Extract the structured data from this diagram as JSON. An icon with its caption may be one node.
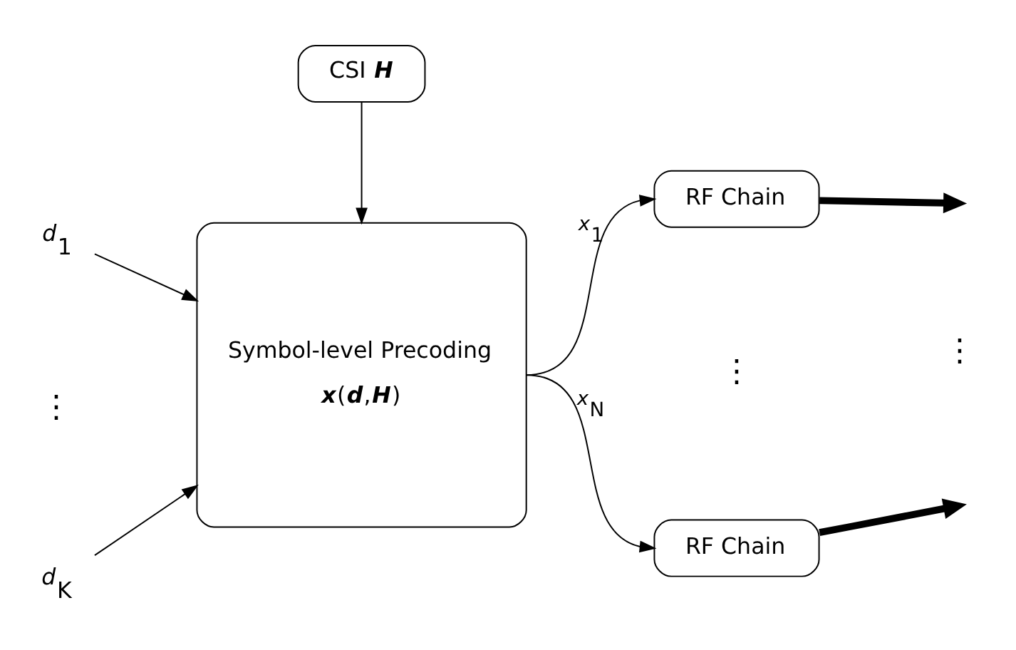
{
  "diagram": {
    "nodes": [
      {
        "text": [
          "CSI **H**"
        ]
      },
      {
        "text": [
          "Symbol-level Precoding",
          "**x**(**d**,**H**)"
        ]
      },
      {
        "text": [
          "RF Chain"
        ]
      },
      {
        "text": [
          "RF Chain"
        ]
      },
      {
        "text": [
          "*d*$_{1}$"
        ]
      },
      {
        "text": [
          "*d*$_{K}$"
        ]
      }
    ],
    "edges": [
      {
        "from": 0,
        "to": 1,
        "arrow": "to"
      },
      {
        "from": 4,
        "to": 1,
        "arrow": "to"
      },
      {
        "from": 5,
        "to": 1,
        "arrow": "to"
      },
      {
        "from": 1,
        "to": 2,
        "arrow": "to",
        "label": "*x*$_{1}$"
      },
      {
        "from": 1,
        "to": 3,
        "arrow": "to",
        "label": "*x*$_{N}$"
      },
      {
        "from": 2,
        "to": null,
        "arrow": "to",
        "style": "thick"
      },
      {
        "from": 3,
        "to": null,
        "arrow": "to",
        "style": "thick"
      }
    ],
    "labels": [
      "⋮",
      "⋮",
      "⋮"
    ]
  }
}
